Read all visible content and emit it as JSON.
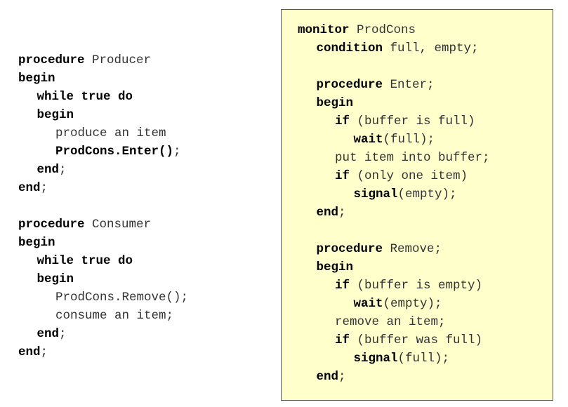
{
  "producer": [
    {
      "indent": 0,
      "parts": [
        {
          "t": "procedure",
          "b": true
        },
        {
          "t": " Producer",
          "b": false
        }
      ]
    },
    {
      "indent": 0,
      "parts": [
        {
          "t": "begin",
          "b": true
        }
      ]
    },
    {
      "indent": 1,
      "parts": [
        {
          "t": "while true do",
          "b": true
        }
      ]
    },
    {
      "indent": 1,
      "parts": [
        {
          "t": "begin",
          "b": true
        }
      ]
    },
    {
      "indent": 2,
      "parts": [
        {
          "t": "produce an item",
          "b": false
        }
      ]
    },
    {
      "indent": 2,
      "parts": [
        {
          "t": "ProdCons.Enter()",
          "b": true
        },
        {
          "t": ";",
          "b": false
        }
      ]
    },
    {
      "indent": 1,
      "parts": [
        {
          "t": "end",
          "b": true
        },
        {
          "t": ";",
          "b": false
        }
      ]
    },
    {
      "indent": 0,
      "parts": [
        {
          "t": "end",
          "b": true
        },
        {
          "t": ";",
          "b": false
        }
      ]
    }
  ],
  "consumer": [
    {
      "indent": 0,
      "parts": [
        {
          "t": "procedure",
          "b": true
        },
        {
          "t": " Consumer",
          "b": false
        }
      ]
    },
    {
      "indent": 0,
      "parts": [
        {
          "t": "begin",
          "b": true
        }
      ]
    },
    {
      "indent": 1,
      "parts": [
        {
          "t": "while true do",
          "b": true
        }
      ]
    },
    {
      "indent": 1,
      "parts": [
        {
          "t": "begin",
          "b": true
        }
      ]
    },
    {
      "indent": 2,
      "parts": [
        {
          "t": "ProdCons.Remove();",
          "b": false
        }
      ]
    },
    {
      "indent": 2,
      "parts": [
        {
          "t": "consume an item;",
          "b": false
        }
      ]
    },
    {
      "indent": 1,
      "parts": [
        {
          "t": "end",
          "b": true
        },
        {
          "t": ";",
          "b": false
        }
      ]
    },
    {
      "indent": 0,
      "parts": [
        {
          "t": "end",
          "b": true
        },
        {
          "t": ";",
          "b": false
        }
      ]
    }
  ],
  "monitor_header": [
    {
      "indent": 0,
      "parts": [
        {
          "t": "monitor",
          "b": true
        },
        {
          "t": " ProdCons",
          "b": false
        }
      ]
    },
    {
      "indent": 1,
      "parts": [
        {
          "t": "condition",
          "b": true
        },
        {
          "t": " full, empty;",
          "b": false
        }
      ]
    }
  ],
  "enter": [
    {
      "indent": 1,
      "parts": [
        {
          "t": "procedure",
          "b": true
        },
        {
          "t": " Enter;",
          "b": false
        }
      ]
    },
    {
      "indent": 1,
      "parts": [
        {
          "t": "begin",
          "b": true
        }
      ]
    },
    {
      "indent": 2,
      "parts": [
        {
          "t": "if",
          "b": true
        },
        {
          "t": " (buffer is full)",
          "b": false
        }
      ]
    },
    {
      "indent": 3,
      "parts": [
        {
          "t": "wait",
          "b": true
        },
        {
          "t": "(full);",
          "b": false
        }
      ]
    },
    {
      "indent": 2,
      "parts": [
        {
          "t": "put item into buffer;",
          "b": false
        }
      ]
    },
    {
      "indent": 2,
      "parts": [
        {
          "t": "if",
          "b": true
        },
        {
          "t": " (only one item)",
          "b": false
        }
      ]
    },
    {
      "indent": 3,
      "parts": [
        {
          "t": "signal",
          "b": true
        },
        {
          "t": "(empty);",
          "b": false
        }
      ]
    },
    {
      "indent": 1,
      "parts": [
        {
          "t": "end",
          "b": true
        },
        {
          "t": ";",
          "b": false
        }
      ]
    }
  ],
  "remove": [
    {
      "indent": 1,
      "parts": [
        {
          "t": "procedure",
          "b": true
        },
        {
          "t": " Remove;",
          "b": false
        }
      ]
    },
    {
      "indent": 1,
      "parts": [
        {
          "t": "begin",
          "b": true
        }
      ]
    },
    {
      "indent": 2,
      "parts": [
        {
          "t": "if",
          "b": true
        },
        {
          "t": " (buffer is empty)",
          "b": false
        }
      ]
    },
    {
      "indent": 3,
      "parts": [
        {
          "t": "wait",
          "b": true
        },
        {
          "t": "(empty);",
          "b": false
        }
      ]
    },
    {
      "indent": 2,
      "parts": [
        {
          "t": "remove an item;",
          "b": false
        }
      ]
    },
    {
      "indent": 2,
      "parts": [
        {
          "t": "if",
          "b": true
        },
        {
          "t": " (buffer was full)",
          "b": false
        }
      ]
    },
    {
      "indent": 3,
      "parts": [
        {
          "t": "signal",
          "b": true
        },
        {
          "t": "(full);",
          "b": false
        }
      ]
    },
    {
      "indent": 1,
      "parts": [
        {
          "t": "end",
          "b": true
        },
        {
          "t": ";",
          "b": false
        }
      ]
    }
  ]
}
